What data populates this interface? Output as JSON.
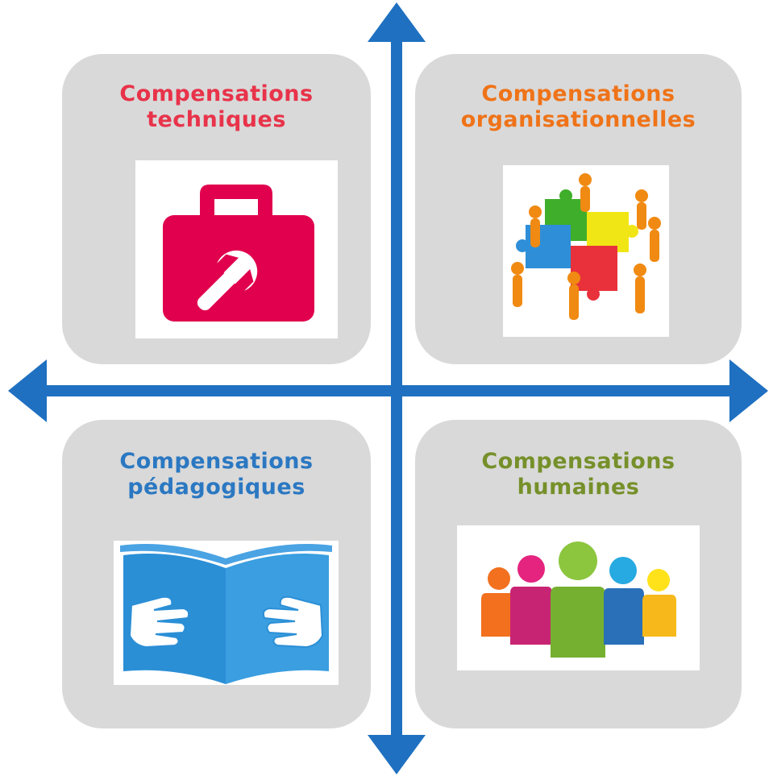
{
  "quadrants": {
    "technical": {
      "title_line1": "Compensations",
      "title_line2": "techniques",
      "color": "#e8334a",
      "icon": "toolbox-wrench-icon"
    },
    "organizational": {
      "title_line1": "Compensations",
      "title_line2": "organisationnelles",
      "color": "#ef7318",
      "icon": "puzzle-team-icon"
    },
    "pedagogical": {
      "title_line1": "Compensations",
      "title_line2": "pédagogiques",
      "color": "#2b78c2",
      "icon": "open-book-hands-icon"
    },
    "human": {
      "title_line1": "Compensations",
      "title_line2": "humaines",
      "color": "#76902a",
      "icon": "people-group-icon"
    }
  },
  "axes": {
    "color": "#1f70c1",
    "arrows": [
      "up",
      "down",
      "left",
      "right"
    ]
  },
  "background": {
    "quadrant_color": "#d9d9d9"
  }
}
